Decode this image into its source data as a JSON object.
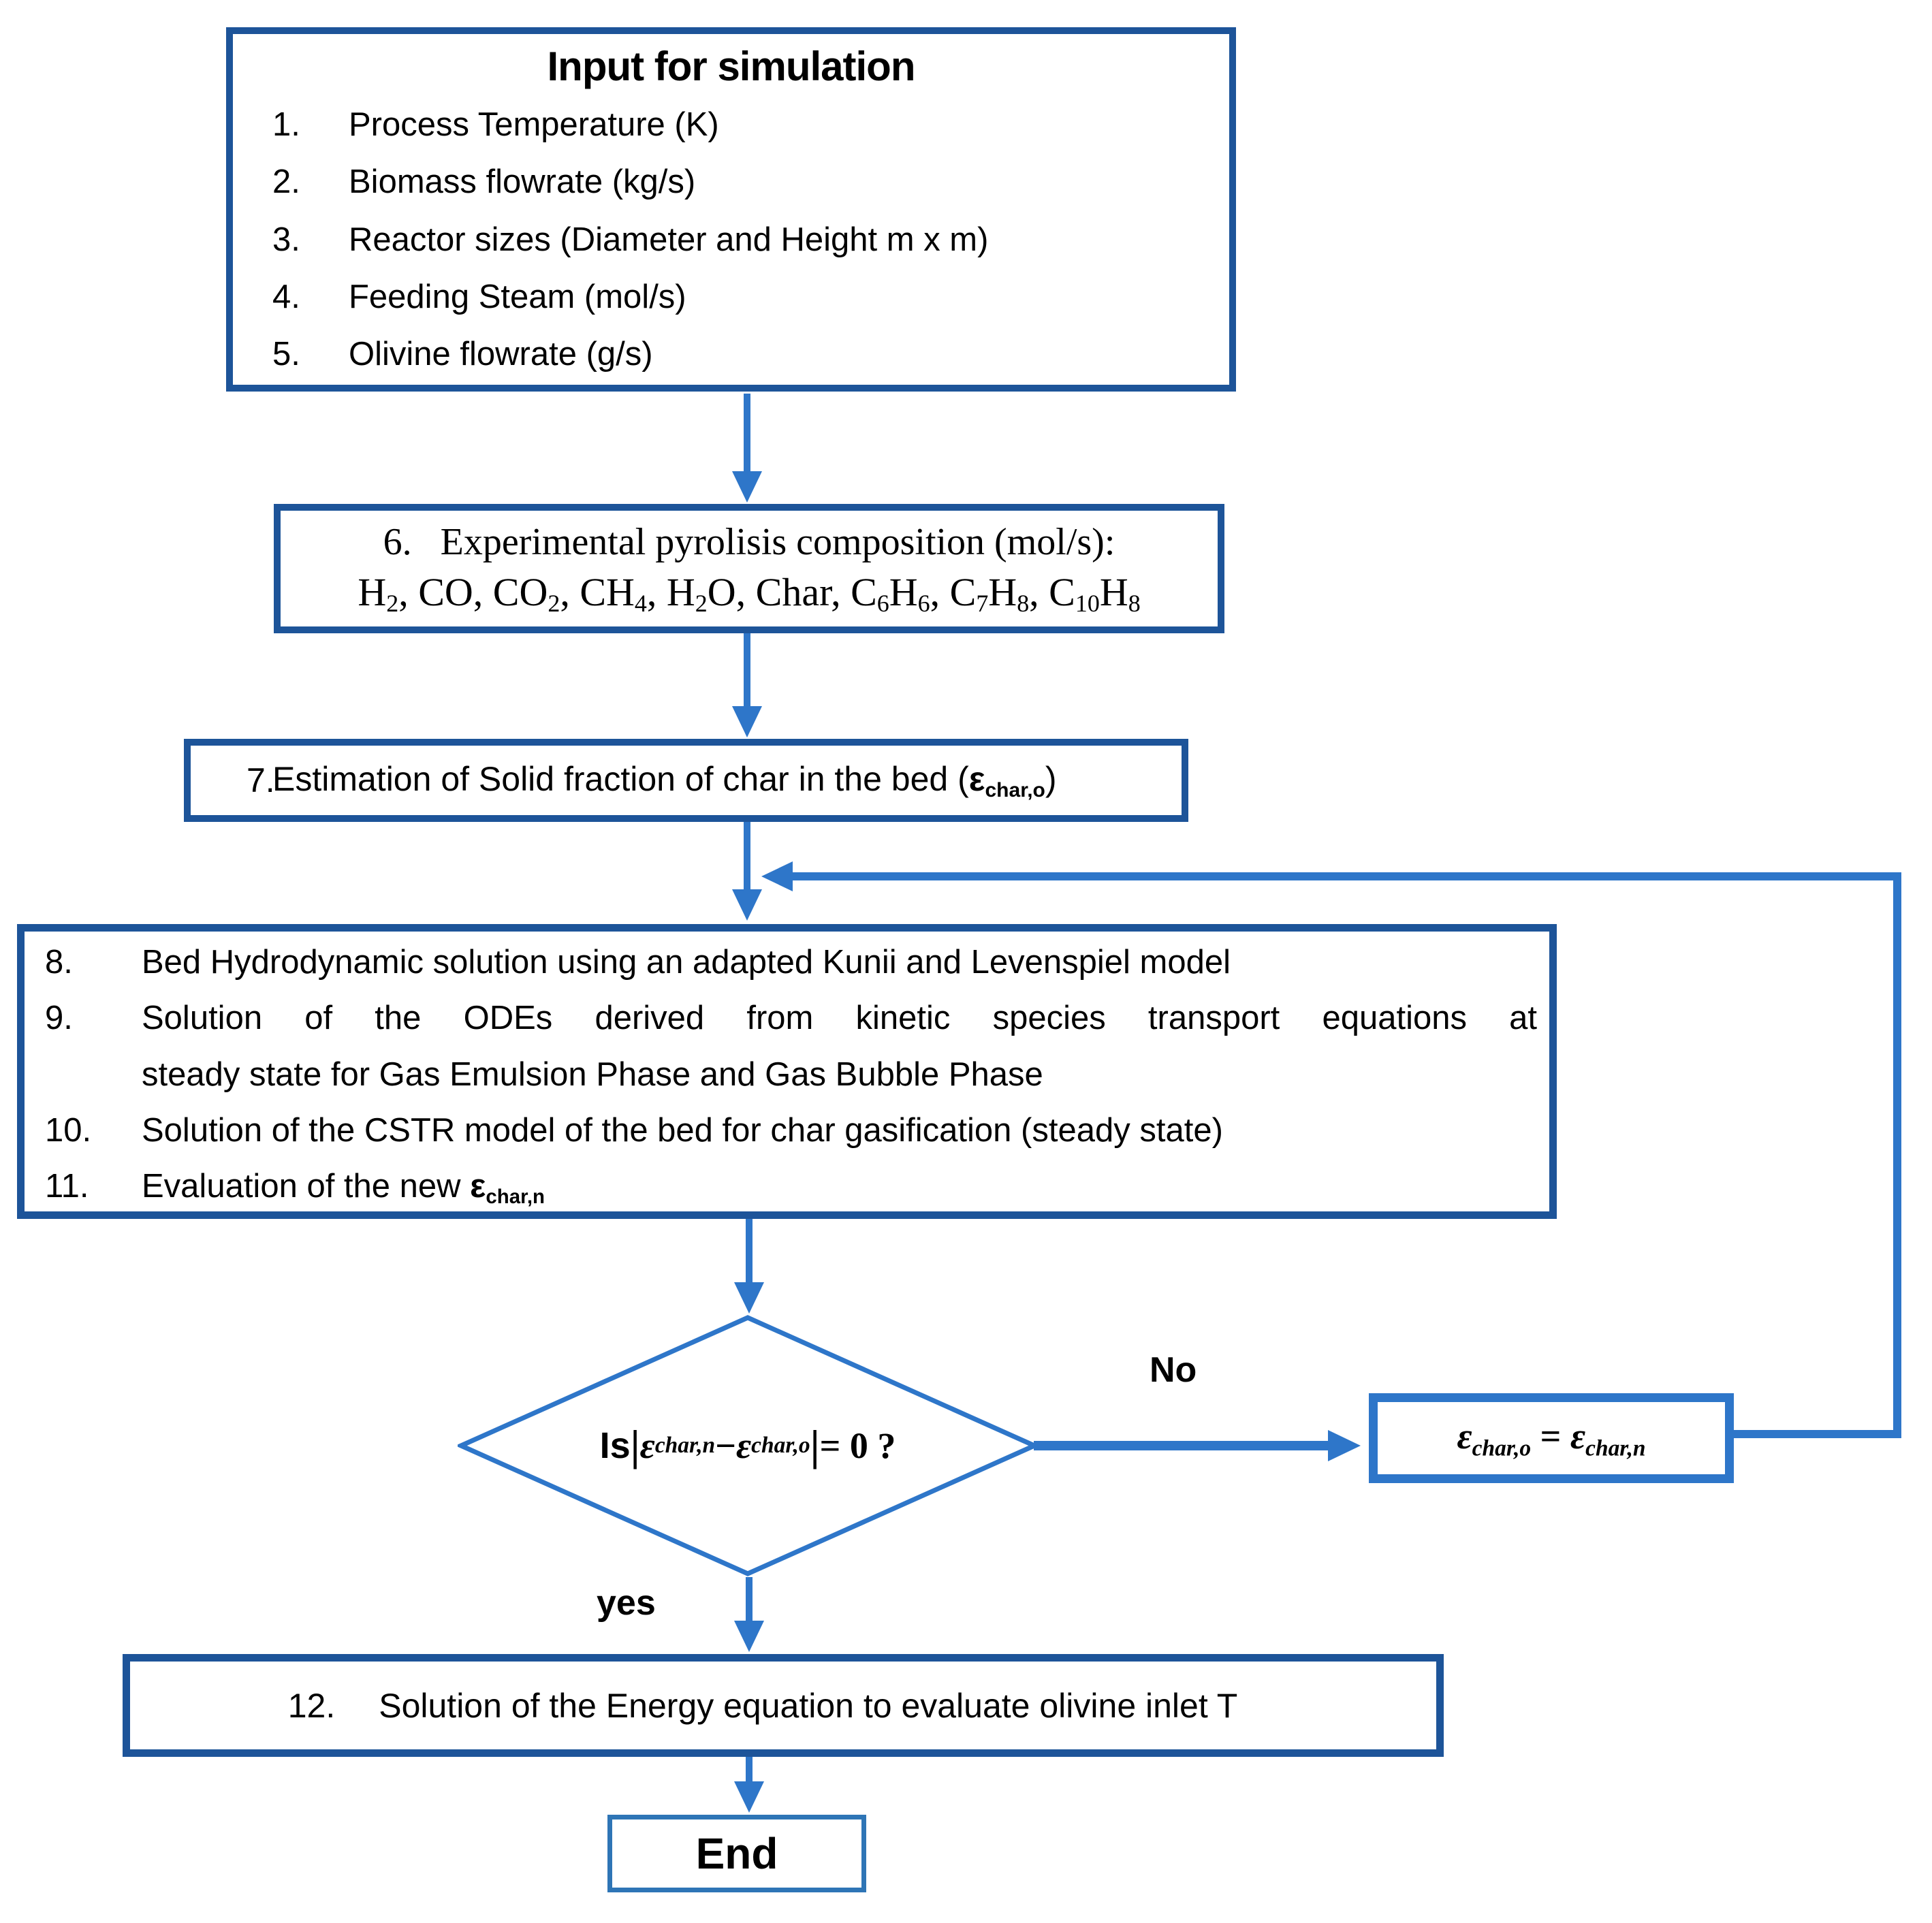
{
  "colors": {
    "box_border": "#1d5499",
    "accent_blue": "#2e76c9",
    "end_border": "#2e75b6",
    "text": "#000000",
    "background": "#ffffff"
  },
  "input_box": {
    "title": "Input for simulation",
    "items": [
      {
        "num": "1.",
        "label": "Process Temperature (K)"
      },
      {
        "num": "2.",
        "label": "Biomass flowrate (kg/s)"
      },
      {
        "num": "3.",
        "label": "Reactor sizes (Diameter and Height m x m)"
      },
      {
        "num": "4.",
        "label": "Feeding Steam (mol/s)"
      },
      {
        "num": "5.",
        "label": "Olivine flowrate (g/s)"
      }
    ]
  },
  "pyro_box": {
    "num": "6.",
    "heading": "Experimental pyrolisis composition (mol/s):",
    "formula_tokens": [
      {
        "x": "H"
      },
      {
        "x": "2",
        "c": "sub"
      },
      {
        "x": ", CO, CO"
      },
      {
        "x": "2",
        "c": "sub"
      },
      {
        "x": ", CH"
      },
      {
        "x": "4",
        "c": "sub"
      },
      {
        "x": ", H"
      },
      {
        "x": "2",
        "c": "sub"
      },
      {
        "x": "O, Char, C"
      },
      {
        "x": "6",
        "c": "sub"
      },
      {
        "x": "H"
      },
      {
        "x": "6",
        "c": "sub"
      },
      {
        "x": ", C"
      },
      {
        "x": "7",
        "c": "sub"
      },
      {
        "x": "H"
      },
      {
        "x": "8",
        "c": "sub"
      },
      {
        "x": ", C"
      },
      {
        "x": "10",
        "c": "sub"
      },
      {
        "x": "H"
      },
      {
        "x": "8",
        "c": "sub"
      }
    ]
  },
  "estimate_box": {
    "num": "7.",
    "tokens": [
      {
        "x": "Estimation of Solid fraction of char in the bed ("
      },
      {
        "x": "ε",
        "c": "beps"
      },
      {
        "x": "char,o",
        "c": "bsub"
      },
      {
        "x": ")"
      }
    ]
  },
  "loop_box": {
    "items": [
      {
        "num": "8.",
        "tokens": [
          {
            "x": "Bed Hydrodynamic solution using an adapted Kunii and Levenspiel model"
          }
        ]
      },
      {
        "num": "9.",
        "justify": true,
        "lines": [
          "Solution of the ODEs derived from kinetic species transport equations at",
          "steady state for Gas Emulsion Phase and Gas Bubble Phase"
        ]
      },
      {
        "num": "10.",
        "tokens": [
          {
            "x": "Solution of the CSTR model of the bed for char gasification (steady state)"
          }
        ]
      },
      {
        "num": "11.",
        "tokens": [
          {
            "x": "Evaluation of the new "
          },
          {
            "x": "ε",
            "c": "beps"
          },
          {
            "x": "char,n",
            "c": "bsub"
          }
        ]
      }
    ]
  },
  "decision": {
    "tokens": [
      {
        "x": "Is ",
        "c": "q-is"
      },
      {
        "x": "|",
        "c": "bar"
      },
      {
        "x": "ε",
        "c": "meps"
      },
      {
        "x": "char,n",
        "c": "msub"
      },
      {
        "x": " − ",
        "c": "mop"
      },
      {
        "x": "ε",
        "c": "meps"
      },
      {
        "x": "char,o",
        "c": "msub"
      },
      {
        "x": "|",
        "c": "bar"
      },
      {
        "x": " = 0 ?",
        "c": "mop"
      }
    ],
    "no_label": "No",
    "yes_label": "yes"
  },
  "assign_box": {
    "tokens": [
      {
        "x": "ε",
        "c": "meps"
      },
      {
        "x": "char,o",
        "c": "msub"
      },
      {
        "x": " = ",
        "c": "mop"
      },
      {
        "x": "ε",
        "c": "meps"
      },
      {
        "x": "char,n",
        "c": "msub"
      }
    ]
  },
  "energy_box": {
    "num": "12.",
    "label": "Solution of the Energy equation to evaluate olivine inlet T"
  },
  "end_box": {
    "label": "End"
  }
}
